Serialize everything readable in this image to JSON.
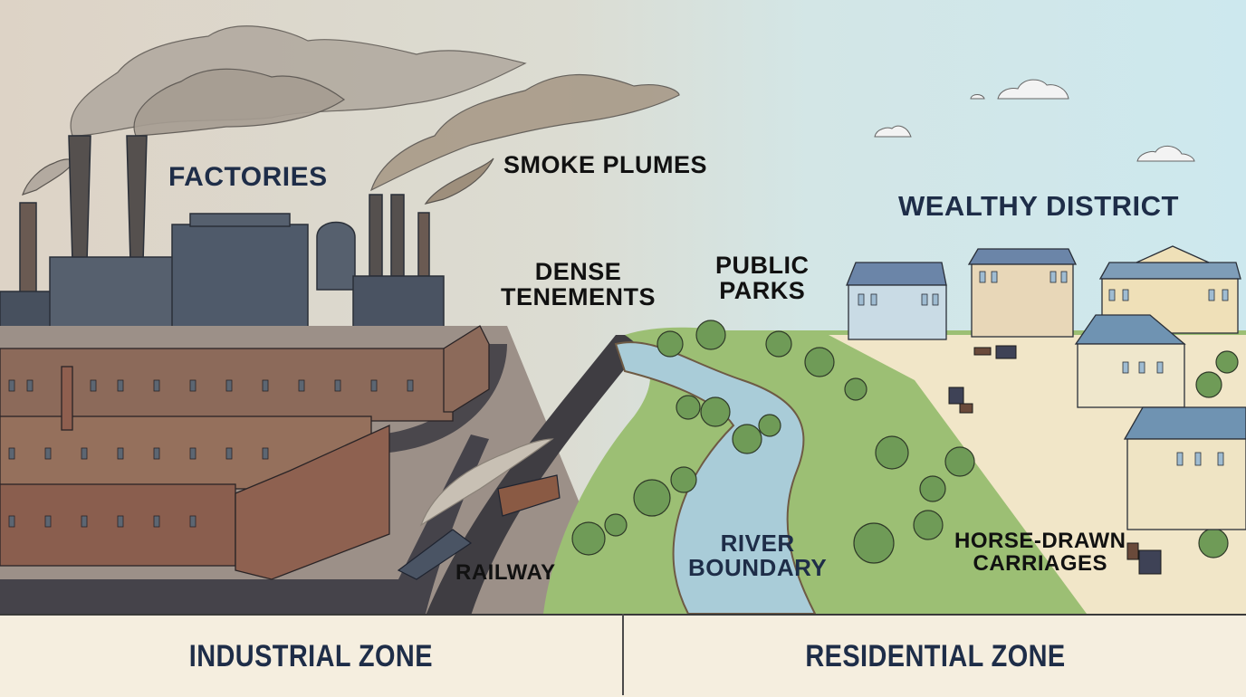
{
  "labels": {
    "factories": "FACTORIES",
    "smoke_plumes": "SMOKE PLUMES",
    "dense_tenements": "DENSE\nTENEMENTS",
    "public_parks": "PUBLIC\nPARKS",
    "wealthy_district": "WEALTHY DISTRICT",
    "railway": "RAILWAY",
    "river_boundary": "RIVER\nBOUNDARY",
    "horse_drawn_carriages": "HORSE-DRAWN\nCARRIAGES"
  },
  "footer": {
    "left_zone": "INDUSTRIAL ZONE",
    "right_zone": "RESIDENTIAL ZONE"
  },
  "colors": {
    "industrial_sky": "#ddd3c6",
    "residential_sky": "#cde8ee",
    "factory": "#4f5a6a",
    "brick": "#8a5a4a",
    "smoke": "#a89e92",
    "river": "#a9ccd8",
    "grass": "#9cbf74",
    "tree": "#6f9b57",
    "label_navy": "#1e2d48",
    "footer_bg": "#f5eedf"
  }
}
